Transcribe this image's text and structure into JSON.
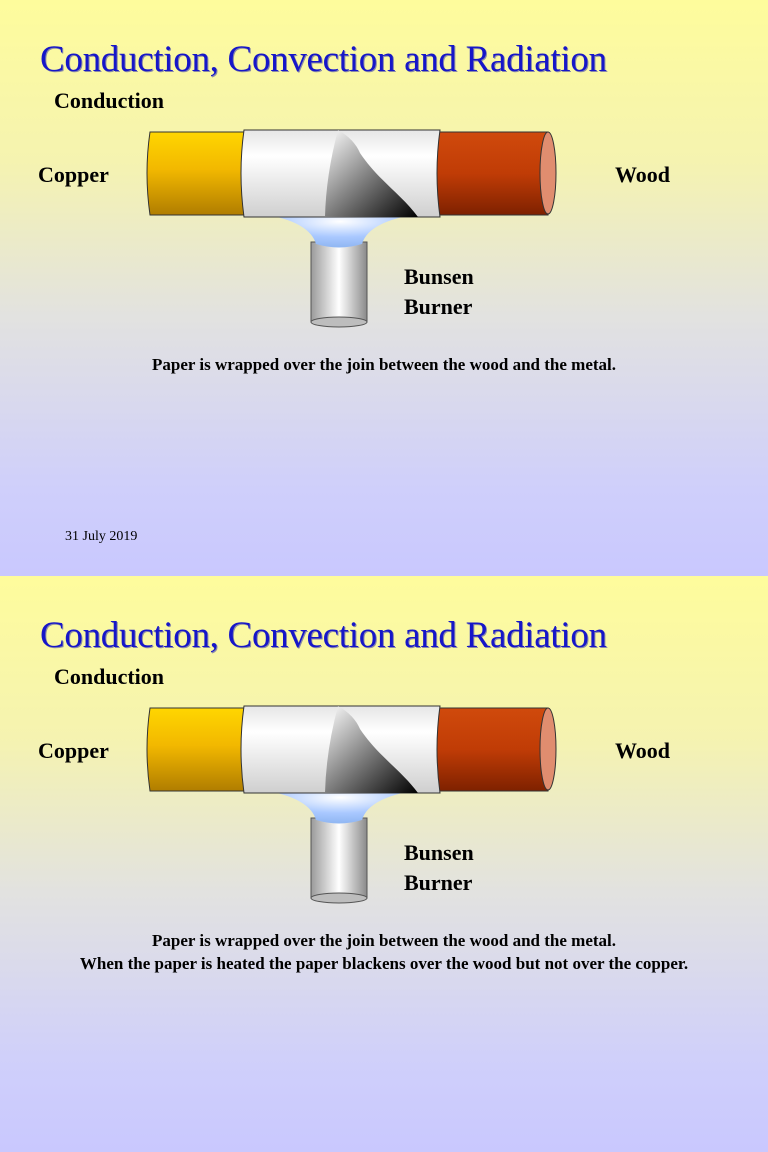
{
  "slides": [
    {
      "title": "Conduction, Convection and Radiation",
      "subtitle": "Conduction",
      "labels": {
        "copper": "Copper",
        "wood": "Wood",
        "burner_line1": "Bunsen",
        "burner_line2": "Burner"
      },
      "caption": [
        "Paper is wrapped over the join between the wood and the metal."
      ],
      "date": "31 July 2019"
    },
    {
      "title": "Conduction, Convection and Radiation",
      "subtitle": "Conduction",
      "labels": {
        "copper": "Copper",
        "wood": "Wood",
        "burner_line1": "Bunsen",
        "burner_line2": "Burner"
      },
      "caption": [
        "Paper is wrapped over the join between the wood and the metal.",
        "When the paper is heated the paper blackens over the wood but not over the copper."
      ]
    }
  ],
  "colors": {
    "title": "#1616c8",
    "copper_rod": "#f2b800",
    "wood_rod": "#c03c06",
    "paper": "#ffffff",
    "flame": "#a9c8ff"
  }
}
